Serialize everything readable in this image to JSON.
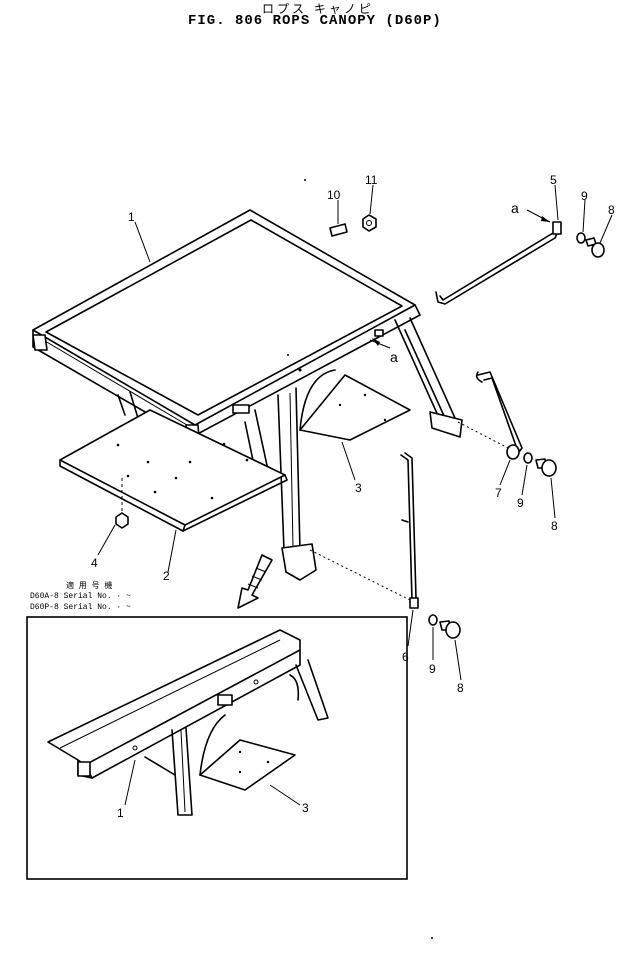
{
  "title_jp": "ロプス キャノピ",
  "title": "FIG. 806   ROPS  CANOPY  (D60P)",
  "serial_table": {
    "header": "適 用 号 機",
    "rows": [
      "D60A-8 Serial No. · ~",
      "D60P-8 Serial No. · ~"
    ]
  },
  "callouts": {
    "c1": "1",
    "c2": "2",
    "c3": "3",
    "c4": "4",
    "c5": "5",
    "c6": "6",
    "c7": "7",
    "c8a": "8",
    "c8b": "8",
    "c8c": "8",
    "c9a": "9",
    "c9b": "9",
    "c9c": "9",
    "c10": "10",
    "c11": "11",
    "ca1": "a",
    "ca2": "a",
    "inset_c1": "1",
    "inset_c3": "3"
  }
}
